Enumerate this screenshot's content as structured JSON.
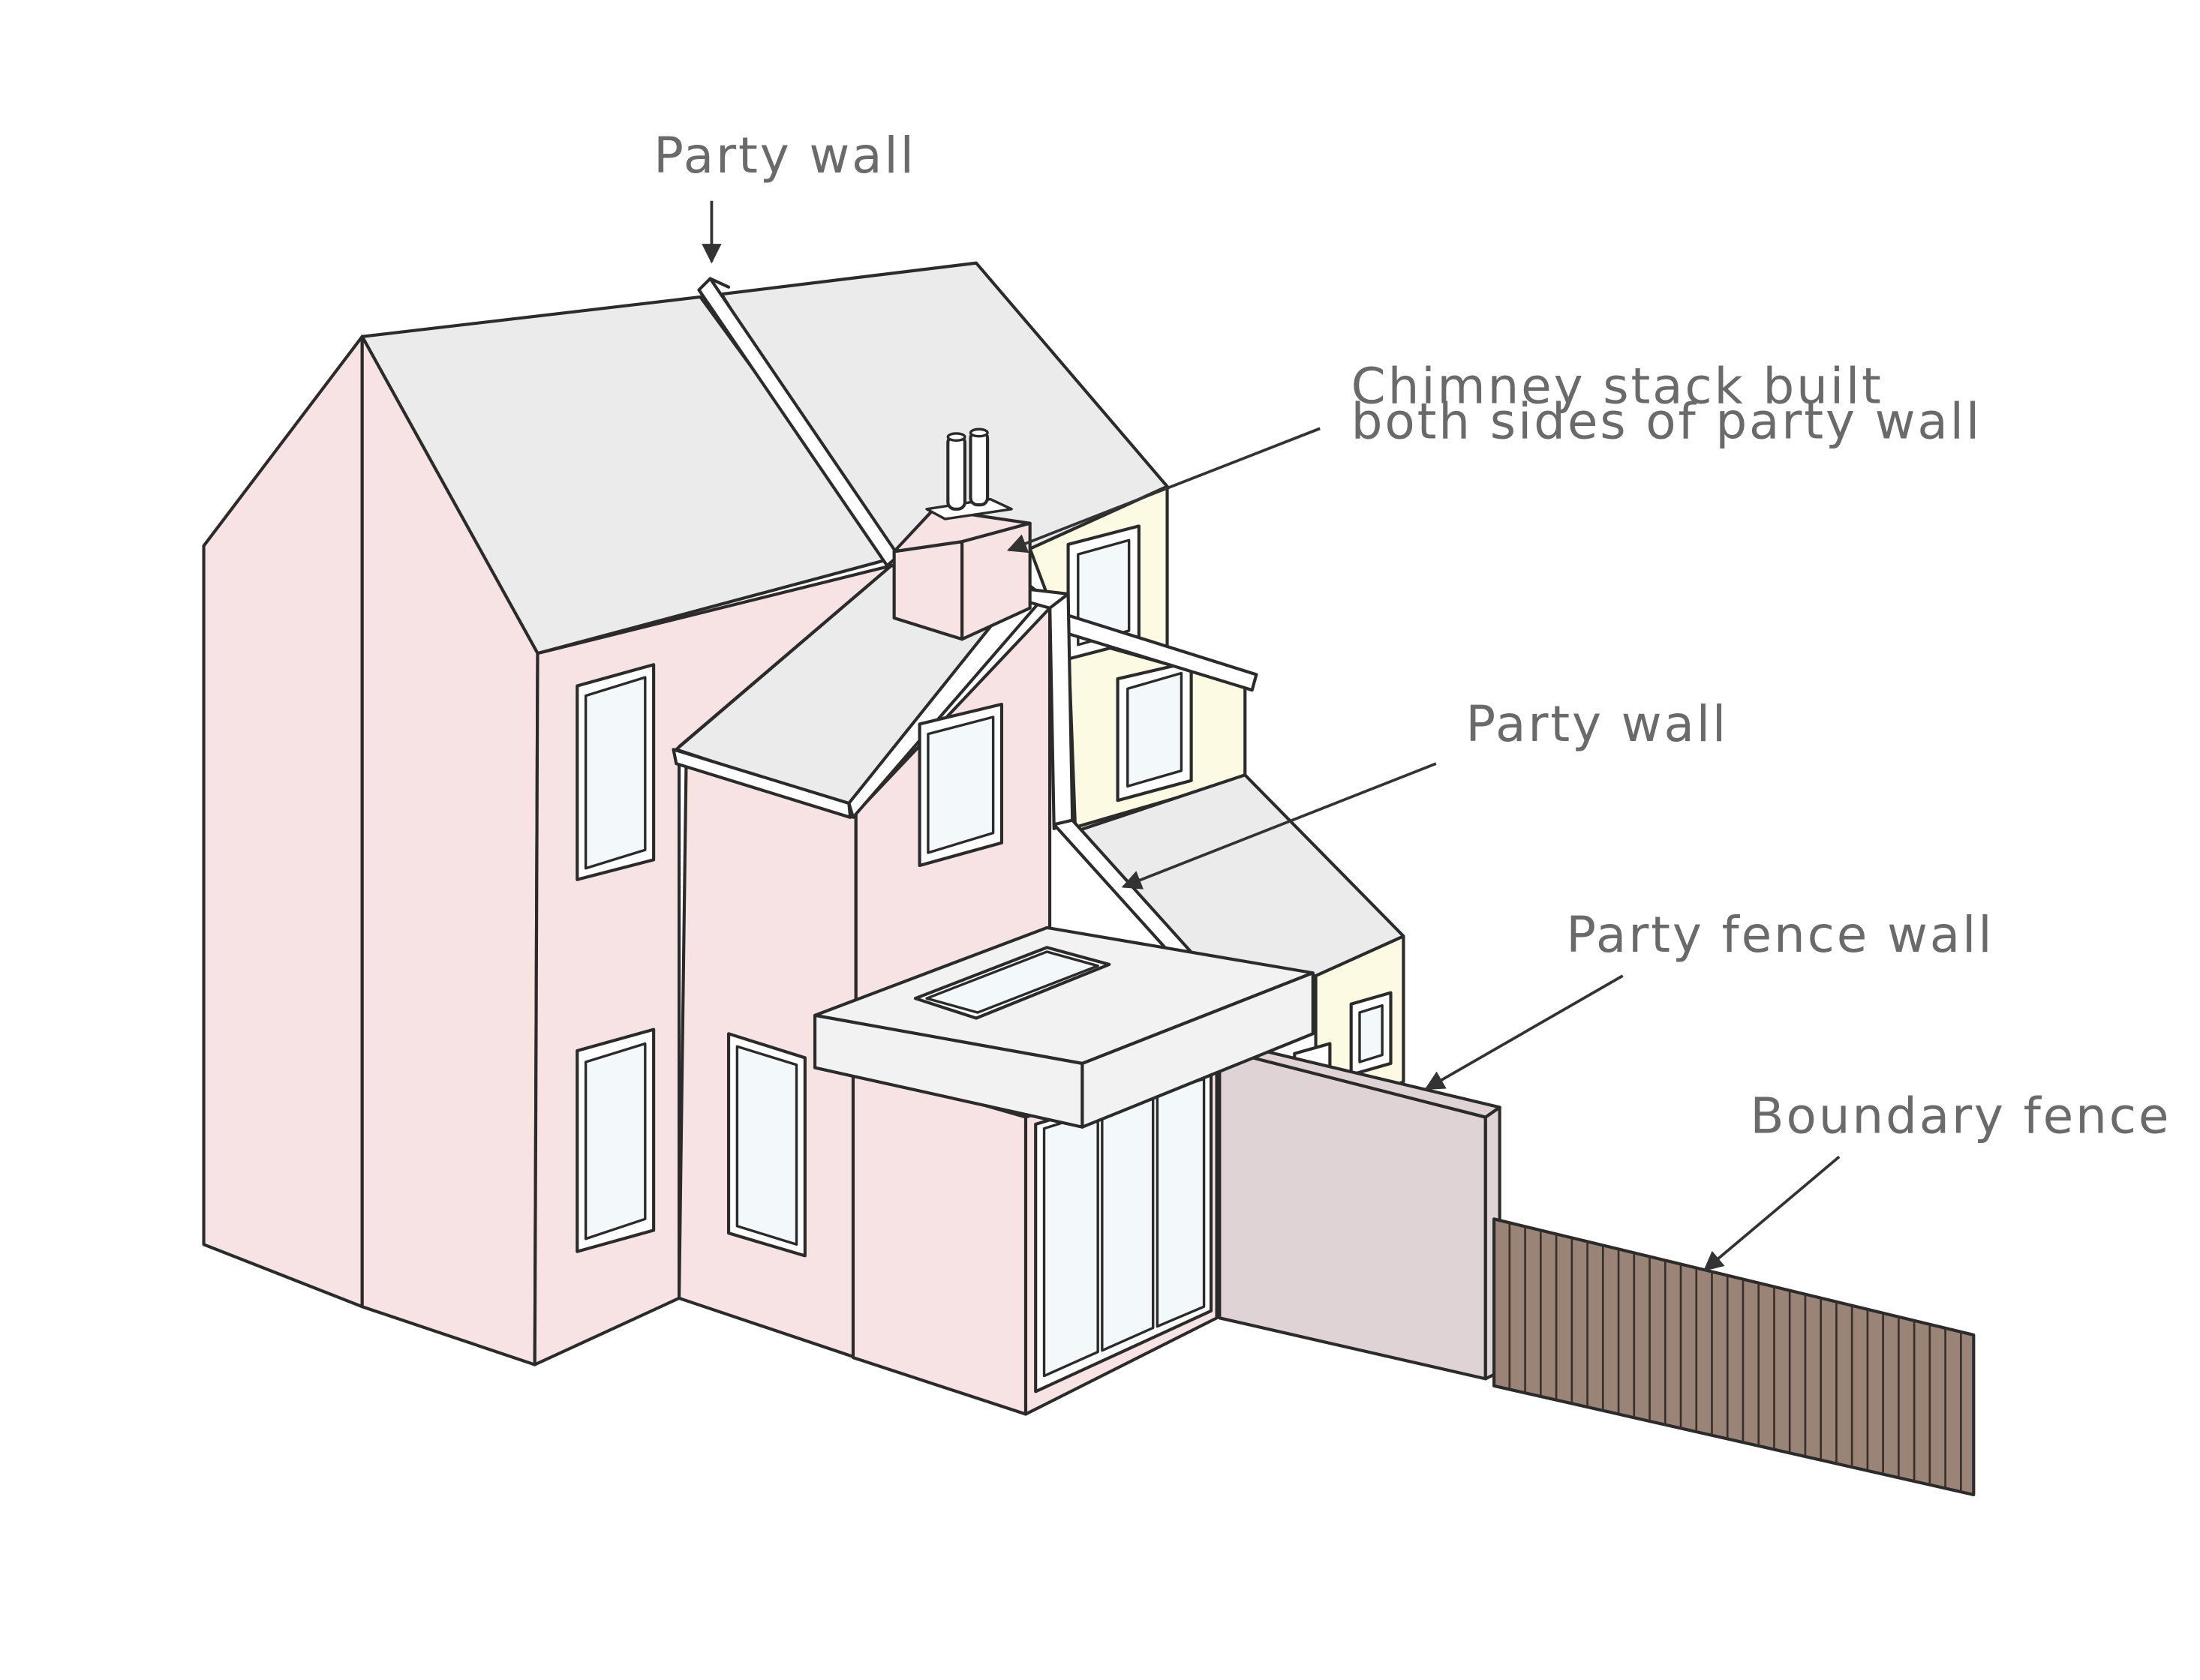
{
  "labels": {
    "party_wall_top": "Party wall",
    "chimney_line1": "Chimney stack built",
    "chimney_line2": "both sides of party wall",
    "party_wall_mid": "Party wall",
    "party_fence_wall": "Party fence wall",
    "boundary_fence": "Boundary fence"
  },
  "colors": {
    "wall_pink": "#f7e3e3",
    "wall_yellow": "#fdfae3",
    "roof_grey": "#ebebeb",
    "roof_light": "#f2f2f2",
    "glass": "#f3f8fb",
    "fence_wall": "#e0d3d5",
    "fence_timber": "#9a8478",
    "outline": "#2b2b2b"
  }
}
